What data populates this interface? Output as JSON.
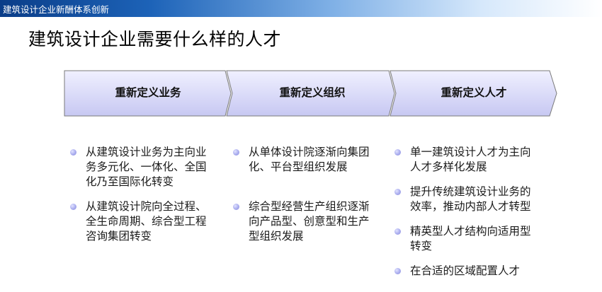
{
  "header": {
    "title": "建筑设计企业新酬体系创新"
  },
  "page": {
    "title": "建筑设计企业需要什么样的人才"
  },
  "colors": {
    "chevron_fill_top": "#f0f0ff",
    "chevron_fill_bottom": "#c7c8f2",
    "chevron_stroke": "#7a7a7a",
    "bullet": "#a9acee"
  },
  "columns": [
    {
      "heading": "重新定义业务",
      "bullets": [
        [
          "从建筑设计业务为主向业",
          "务多元化、一体化、全国",
          "化乃至国际化转变"
        ],
        [
          "从建筑设计院向全过程、",
          "全生命周期、综合型工程",
          "咨询集团转变"
        ]
      ]
    },
    {
      "heading": "重新定义组织",
      "bullets": [
        [
          "从单体设计院逐渐向集团",
          "化、平台型组织发展"
        ],
        [
          "综合型经营生产组织逐渐",
          "向产品型、创意型和生产",
          "型组织发展"
        ]
      ]
    },
    {
      "heading": "重新定义人才",
      "bullets": [
        [
          "单一建筑设计人才为主向",
          "人才多样化发展"
        ],
        [
          "提升传统建筑设计业务的",
          "效率，推动内部人才转型"
        ],
        [
          "精英型人才结构向适用型",
          "转变"
        ],
        [
          "在合适的区域配置人才"
        ]
      ]
    }
  ]
}
